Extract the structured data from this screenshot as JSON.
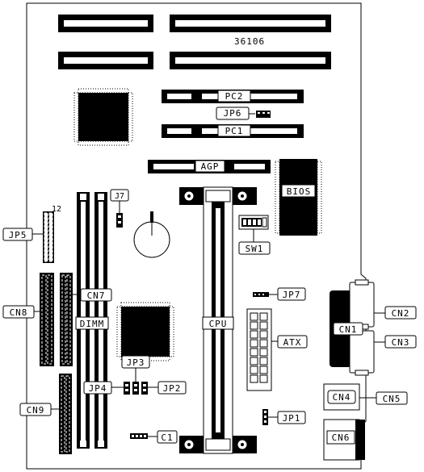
{
  "board": {
    "number": "36106",
    "pin_number": "12",
    "labels": {
      "pc2": "PC2",
      "pc1": "PC1",
      "jp6": "JP6",
      "agp": "AGP",
      "bios": "BIOS",
      "j7": "J7",
      "jp5": "JP5",
      "sw1": "SW1",
      "cpu": "CPU",
      "cn7": "CN7",
      "cn8": "CN8",
      "dimm": "DIMM",
      "jp7": "JP7",
      "cn2": "CN2",
      "cn1": "CN1",
      "cn3": "CN3",
      "atx": "ATX",
      "jp3": "JP3",
      "jp4": "JP4",
      "jp2": "JP2",
      "cn9": "CN9",
      "cn4": "CN4",
      "cn5": "CN5",
      "jp1": "JP1",
      "c1": "C1",
      "cn6": "CN6"
    }
  }
}
